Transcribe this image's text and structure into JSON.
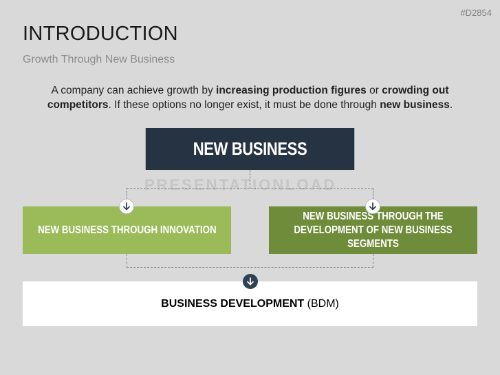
{
  "slide_id": "#D2854",
  "title": "INTRODUCTION",
  "subtitle": "Growth Through New Business",
  "intro": {
    "t1": "A company can achieve growth by ",
    "b1": "increasing production figures",
    "t2": " or ",
    "b2": "crowding out competitors",
    "t3": ". If these options no longer exist, it must be done through ",
    "b3": "new business",
    "t4": "."
  },
  "watermark": "PRESENTATIONLOAD",
  "diagram": {
    "top_box": "NEW BUSINESS",
    "left_box": "NEW BUSINESS THROUGH INNOVATION",
    "right_box": "NEW BUSINESS THROUGH THE DEVELOPMENT OF NEW BUSINESS SEGMENTS",
    "bottom_box_bold": "BUSINESS DEVELOPMENT",
    "bottom_box_rest": " (BDM)"
  },
  "colors": {
    "top_box": "#253342",
    "left_box": "#9bbb59",
    "right_box": "#6f8c3a",
    "bottom_box": "#ffffff",
    "background": "#d9d9d9"
  }
}
